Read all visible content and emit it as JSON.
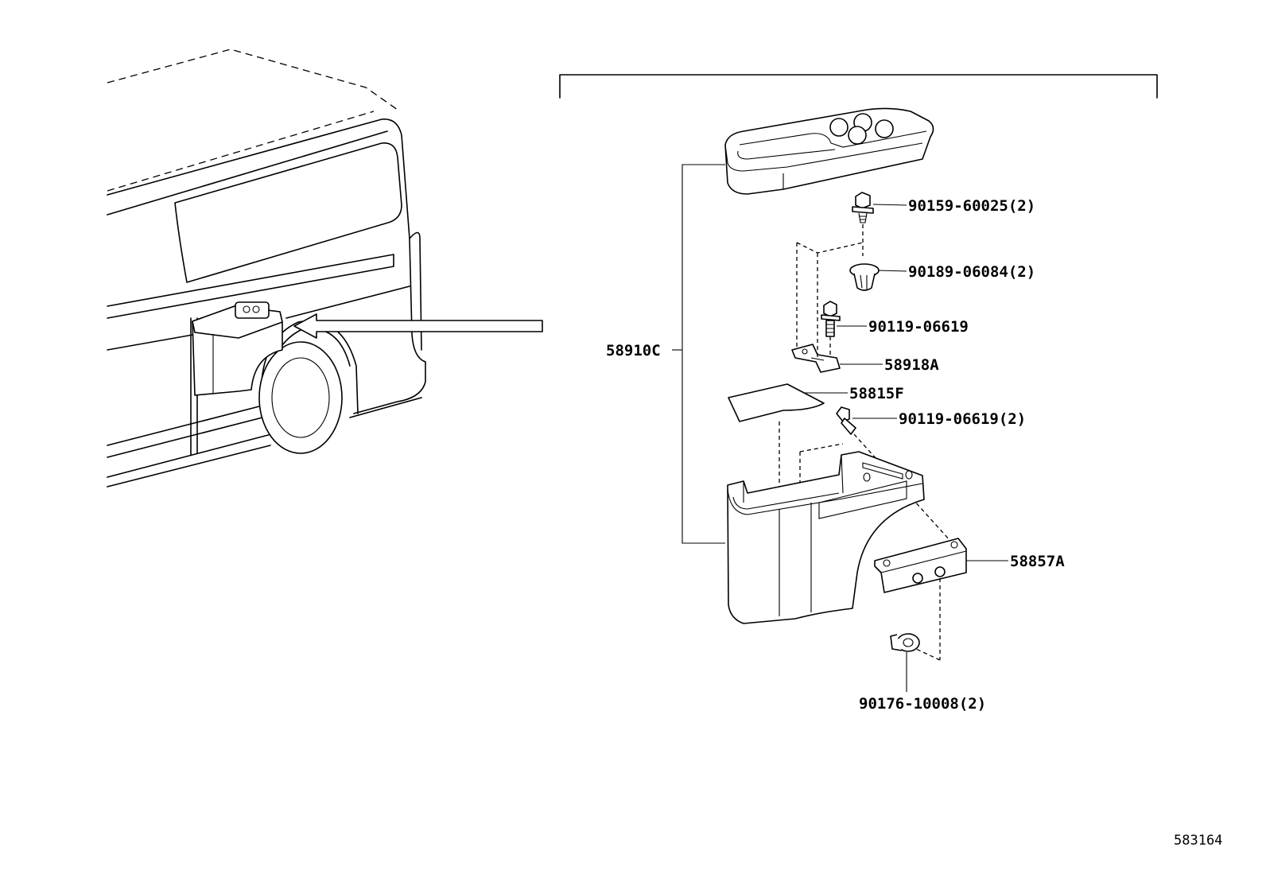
{
  "callouts": {
    "p90159": "90159-60025(2)",
    "p90189": "90189-06084(2)",
    "p90119a": "90119-06619",
    "p58918": "58918A",
    "p58815": "58815F",
    "p90119b": "90119-06619(2)",
    "p58910": "58910C",
    "p58857": "58857A",
    "p90176": "90176-10008(2)"
  },
  "drawing_number": "583164"
}
